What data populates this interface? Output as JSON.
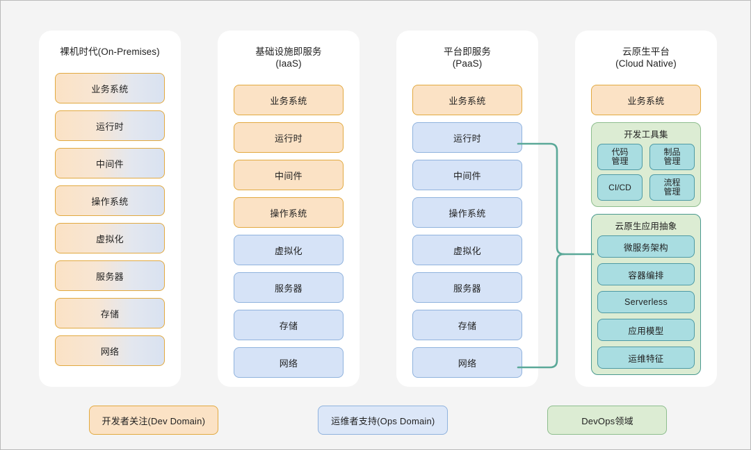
{
  "canvas": {
    "background": "#f4f4f4",
    "border_color": "#b9b9b9"
  },
  "palette": {
    "dev_fill": "#fbe2c5",
    "dev_border": "#e2a93f",
    "ops_fill": "#d6e3f7",
    "ops_border": "#8fb2dd",
    "group_fill": "#dcecd3",
    "group_border": "#8dbd8d",
    "abstract_border": "#49998f",
    "tool_fill": "#a9dde1",
    "tool_border": "#4e9aa4",
    "connector": "#5aa898",
    "card_fill": "#ffffff",
    "text": "#1f1f1f"
  },
  "columns": [
    {
      "id": "on-premises",
      "title": "裸机时代(On-Premises)",
      "layers": [
        {
          "label": "业务系统",
          "kind": "mix"
        },
        {
          "label": "运行时",
          "kind": "mix"
        },
        {
          "label": "中间件",
          "kind": "mix"
        },
        {
          "label": "操作系统",
          "kind": "mix"
        },
        {
          "label": "虚拟化",
          "kind": "mix"
        },
        {
          "label": "服务器",
          "kind": "mix"
        },
        {
          "label": "存储",
          "kind": "mix"
        },
        {
          "label": "网络",
          "kind": "mix"
        }
      ]
    },
    {
      "id": "iaas",
      "title": "基础设施即服务\n(IaaS)",
      "layers": [
        {
          "label": "业务系统",
          "kind": "dev"
        },
        {
          "label": "运行时",
          "kind": "dev"
        },
        {
          "label": "中间件",
          "kind": "dev"
        },
        {
          "label": "操作系统",
          "kind": "dev"
        },
        {
          "label": "虚拟化",
          "kind": "ops"
        },
        {
          "label": "服务器",
          "kind": "ops"
        },
        {
          "label": "存储",
          "kind": "ops"
        },
        {
          "label": "网络",
          "kind": "ops"
        }
      ]
    },
    {
      "id": "paas",
      "title": "平台即服务\n(PaaS)",
      "layers": [
        {
          "label": "业务系统",
          "kind": "dev"
        },
        {
          "label": "运行时",
          "kind": "ops"
        },
        {
          "label": "中间件",
          "kind": "ops"
        },
        {
          "label": "操作系统",
          "kind": "ops"
        },
        {
          "label": "虚拟化",
          "kind": "ops"
        },
        {
          "label": "服务器",
          "kind": "ops"
        },
        {
          "label": "存储",
          "kind": "ops"
        },
        {
          "label": "网络",
          "kind": "ops"
        }
      ]
    },
    {
      "id": "cloud-native",
      "title": "云原生平台\n(Cloud Native)",
      "top_layer": {
        "label": "业务系统",
        "kind": "dev"
      },
      "tools_group": {
        "title": "开发工具集",
        "items": [
          {
            "label": "代码\n管理"
          },
          {
            "label": "制品\n管理"
          },
          {
            "label": "CI/CD"
          },
          {
            "label": "流程\n管理"
          }
        ]
      },
      "abstract_group": {
        "title": "云原生应用抽象",
        "items": [
          {
            "label": "微服务架构"
          },
          {
            "label": "容器编排"
          },
          {
            "label": "Serverless"
          },
          {
            "label": "应用模型"
          },
          {
            "label": "运维特征"
          }
        ]
      }
    }
  ],
  "legend": [
    {
      "id": "dev-domain",
      "label": "开发者关注(Dev Domain)",
      "kind": "dev"
    },
    {
      "id": "ops-domain",
      "label": "运维者支持(Ops Domain)",
      "kind": "ops"
    },
    {
      "id": "devops-domain",
      "label": "DevOps领域",
      "kind": "devops"
    }
  ]
}
